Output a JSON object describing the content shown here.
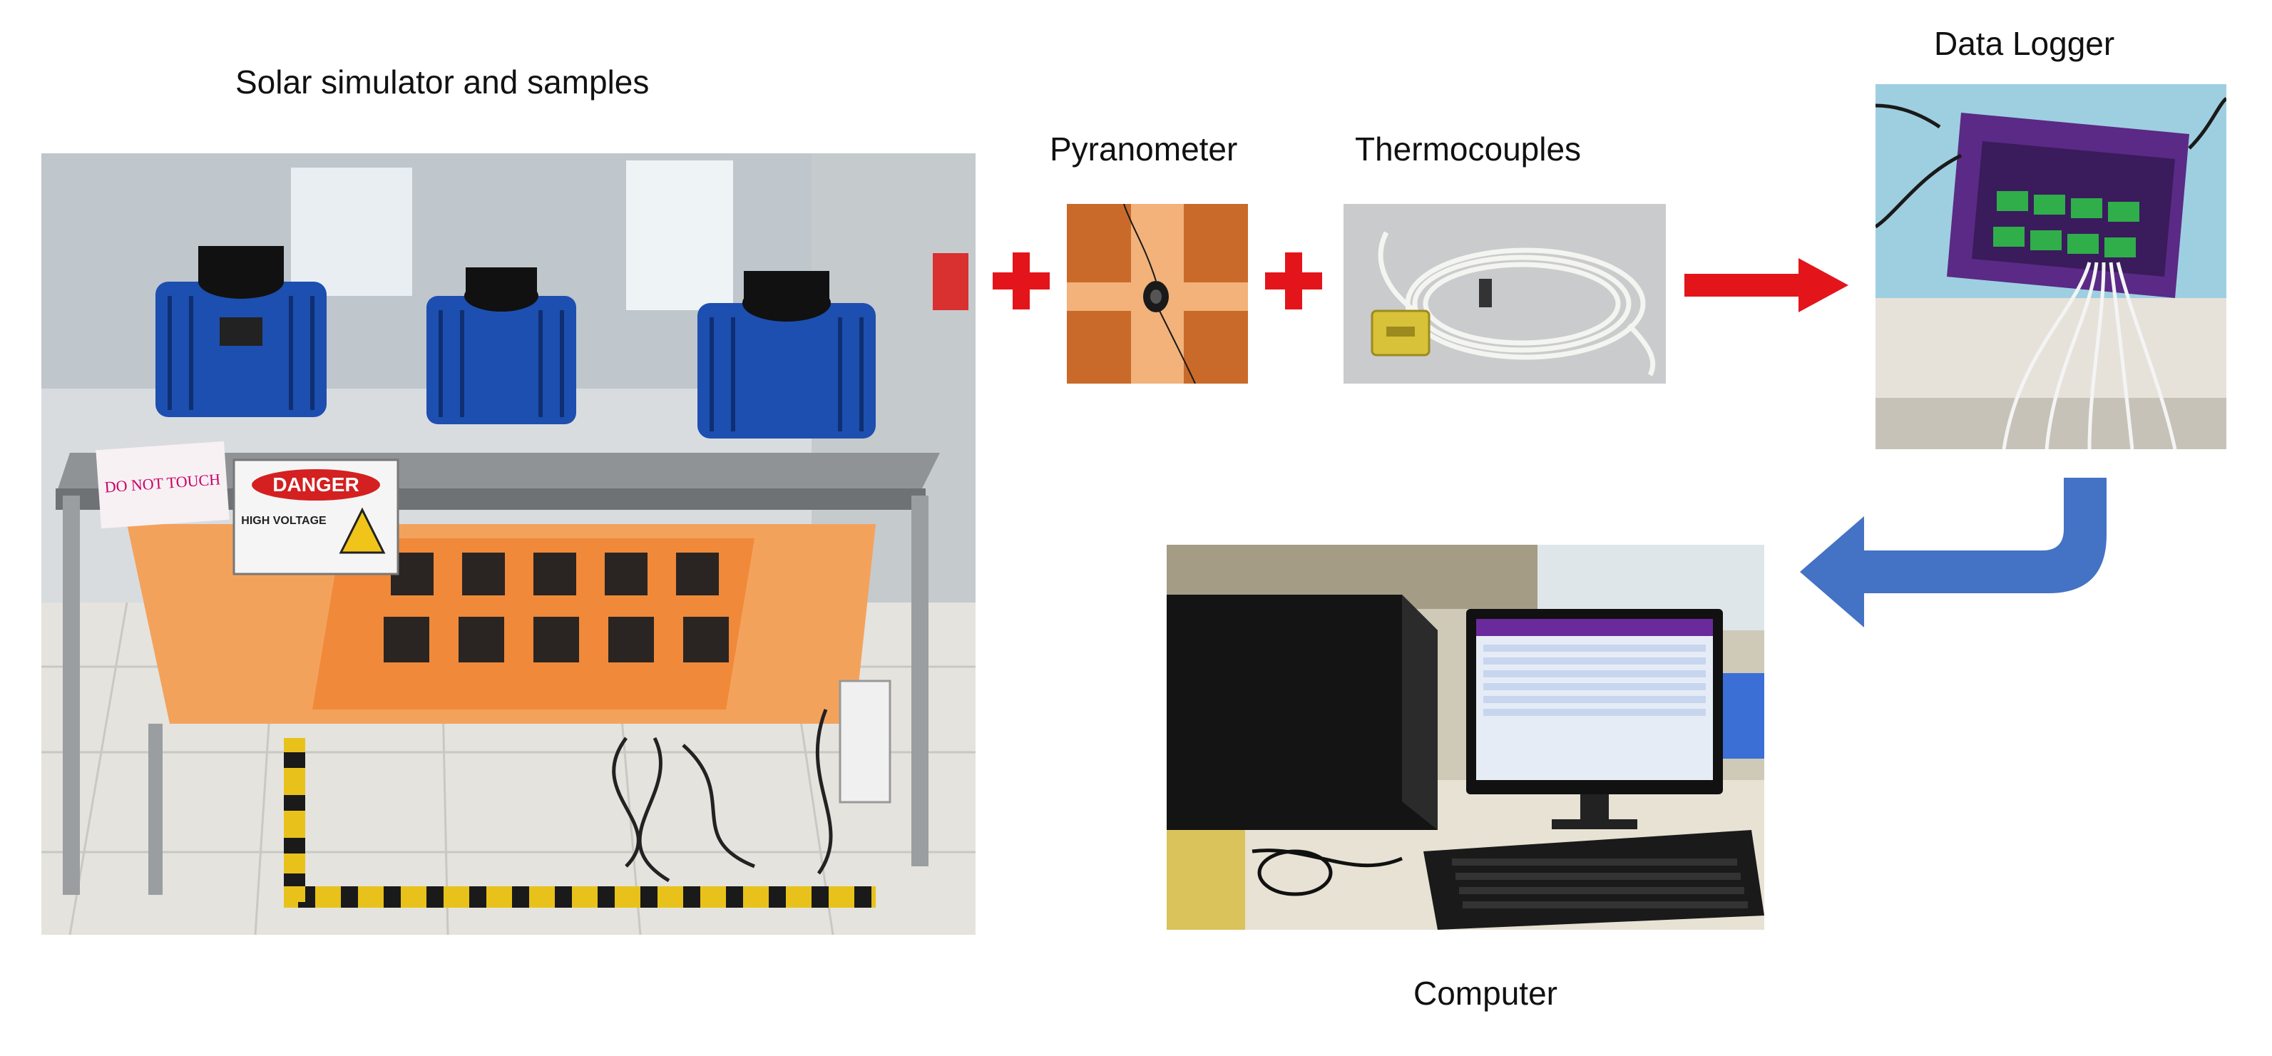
{
  "labels": {
    "solar": "Solar simulator and samples",
    "pyranometer": "Pyranometer",
    "thermocouples": "Thermocouples",
    "data_logger": "Data Logger",
    "computer": "Computer"
  },
  "colors": {
    "plus": "#e3151b",
    "red_arrow": "#e3151b",
    "blue_arrow": "#4472c4"
  },
  "photos": {
    "solar": {
      "sign_danger": "DANGER",
      "sign_high_voltage": "HIGH VOLTAGE",
      "note_handwritten": "DO NOT TOUCH"
    }
  }
}
